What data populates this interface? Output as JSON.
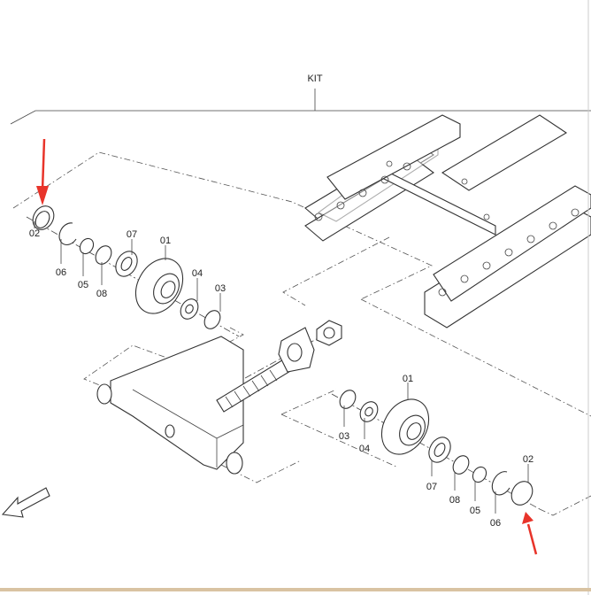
{
  "title": "KIT",
  "colors": {
    "arrow": "#e8342a",
    "line": "#333333",
    "bottom_border": "#d9c3a2"
  },
  "left_group_labels": {
    "p02": "02",
    "p06": "06",
    "p05": "05",
    "p08": "08",
    "p07": "07",
    "p01": "01",
    "p04": "04",
    "p03": "03"
  },
  "right_group_labels": {
    "p01": "01",
    "p03": "03",
    "p04": "04",
    "p07": "07",
    "p08": "08",
    "p05": "05",
    "p06": "06",
    "p02": "02"
  },
  "icons": [
    "red-arrow-indicator",
    "red-arrow-indicator",
    "direction-arrow-icon"
  ]
}
